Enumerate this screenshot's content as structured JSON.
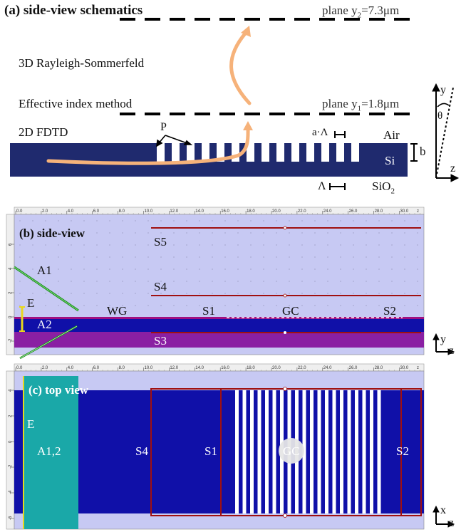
{
  "panel_a": {
    "title": "(a) side-view schematics",
    "plane2": {
      "prefix": "plane y",
      "sub": "2",
      "suffix": "=7.3μm"
    },
    "plane1": {
      "prefix": "plane y",
      "sub": "1",
      "suffix": "=1.8μm"
    },
    "method_rs": "3D Rayleigh-Sommerfeld",
    "method_eim": "Effective index method",
    "method_fdtd": "2D FDTD",
    "label_p": "P",
    "label_aLambda": "a·Λ",
    "label_air": "Air",
    "label_si": "Si",
    "label_b": "b",
    "label_lambda": "Λ",
    "label_sio2_prefix": "SiO",
    "label_sio2_sub": "2",
    "axis_y": "y",
    "axis_theta": "θ",
    "axis_z": "z",
    "colors": {
      "silicon": "#1f2a6e",
      "beam": "#f6b27a"
    }
  },
  "panel_b": {
    "title": "(b) side-view",
    "x_ticks": [
      "0.0",
      "2.0",
      "4.0",
      "6.0",
      "8.0",
      "10.0",
      "12.0",
      "14.0",
      "16.0",
      "18.0",
      "20.0",
      "22.0",
      "24.0",
      "26.0",
      "28.0",
      "30.0"
    ],
    "x_unit": "z",
    "y_ticks": [
      "6",
      "4",
      "2",
      "0",
      "-2"
    ],
    "labels": {
      "S5": "S5",
      "S4": "S4",
      "A1": "A1",
      "E": "E",
      "WG": "WG",
      "S1": "S1",
      "GC": "GC",
      "S2": "S2",
      "A2": "A2",
      "S3": "S3"
    },
    "axis_y": "y",
    "axis_z": "z",
    "colors": {
      "air": "#c7c9f3",
      "core": "#1010a8",
      "substrate": "#8a1fa3",
      "monitor": "#a01010"
    }
  },
  "panel_c": {
    "title": "(c) top view",
    "x_ticks": [
      "0.0",
      "2.0",
      "4.0",
      "6.0",
      "8.0",
      "10.0",
      "12.0",
      "14.0",
      "16.0",
      "18.0",
      "20.0",
      "22.0",
      "24.0",
      "26.0",
      "28.0",
      "30.0"
    ],
    "x_unit": "z",
    "y_ticks": [
      "4",
      "2",
      "0",
      "-2",
      "-4",
      "-6"
    ],
    "labels": {
      "E": "E",
      "A12": "A1,2",
      "S4": "S4",
      "S1": "S1",
      "GC": "GC",
      "S2": "S2"
    },
    "axis_x": "x",
    "axis_z": "z",
    "colors": {
      "source": "#1aa8a8",
      "core": "#1010a8",
      "monitor": "#a01010"
    }
  }
}
